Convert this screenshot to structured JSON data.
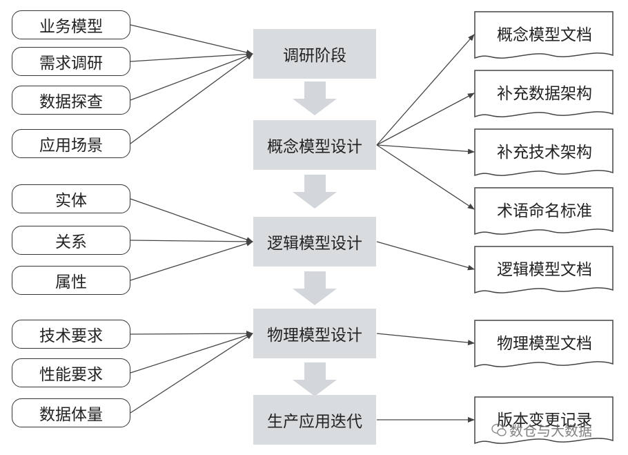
{
  "inputs": {
    "business_model": "业务模型",
    "requirements_research": "需求调研",
    "data_exploration": "数据探查",
    "application_scenarios": "应用场景",
    "entity": "实体",
    "relationship": "关系",
    "attribute": "属性",
    "technical_requirements": "技术要求",
    "performance_requirements": "性能要求",
    "data_volume": "数据体量"
  },
  "stages": {
    "research": "调研阶段",
    "conceptual_design": "概念模型设计",
    "logical_design": "逻辑模型设计",
    "physical_design": "物理模型设计",
    "production_iteration": "生产应用迭代"
  },
  "documents": {
    "conceptual_doc": "概念模型文档",
    "supplement_data_arch": "补充数据架构",
    "supplement_tech_arch": "补充技术架构",
    "naming_standard": "术语命名标准",
    "logical_doc": "逻辑模型文档",
    "physical_doc": "物理模型文档",
    "version_change_log": "版本变更记录"
  },
  "watermark": "数仓与大数据",
  "colors": {
    "stage_fill": "#d9dcdf",
    "flow_arrow": "#d3d6da",
    "line": "#444444"
  }
}
